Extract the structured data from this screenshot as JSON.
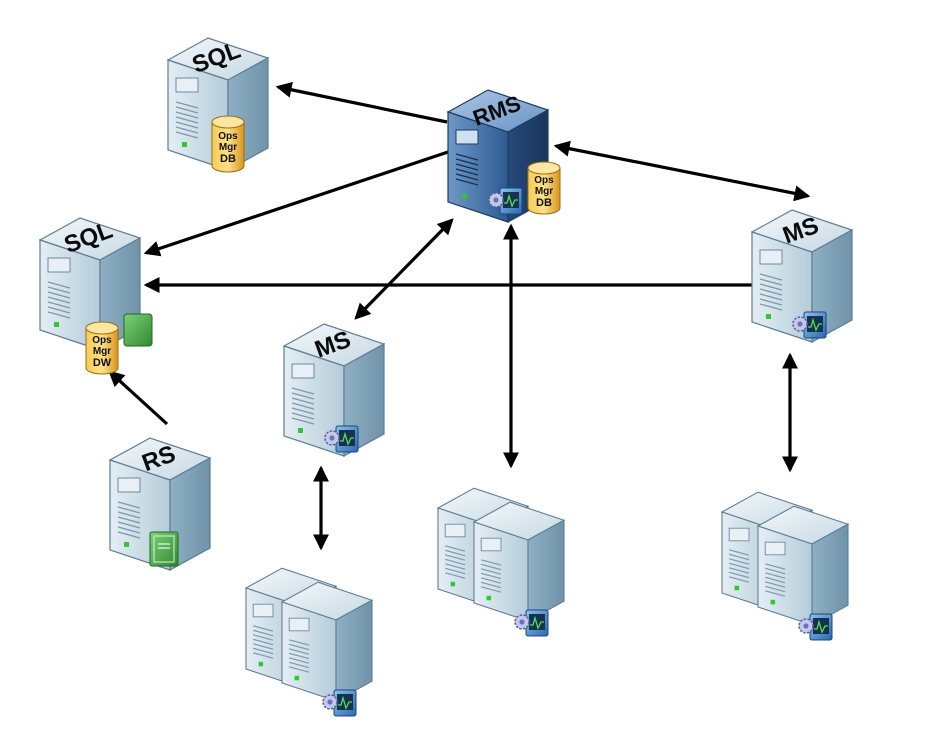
{
  "servers": {
    "sql_db": {
      "label": "SQL",
      "badge": [
        "Ops",
        "Mgr",
        "DB"
      ]
    },
    "rms": {
      "label": "RMS",
      "badge": [
        "Ops",
        "Mgr",
        "DB"
      ]
    },
    "sql_dw": {
      "label": "SQL",
      "badge": [
        "Ops",
        "Mgr",
        "DW"
      ]
    },
    "ms_center": {
      "label": "MS"
    },
    "ms_right": {
      "label": "MS"
    },
    "rs": {
      "label": "RS"
    }
  },
  "colors": {
    "server_face": "#c9dbe6",
    "rms_face": "#3d6fa6",
    "cylinder": "#f0b62a",
    "arrow": "#000000",
    "report_green": "#3a9a3a"
  },
  "icons": [
    "gear-monitor-icon",
    "database-cylinder-icon",
    "report-book-icon"
  ]
}
